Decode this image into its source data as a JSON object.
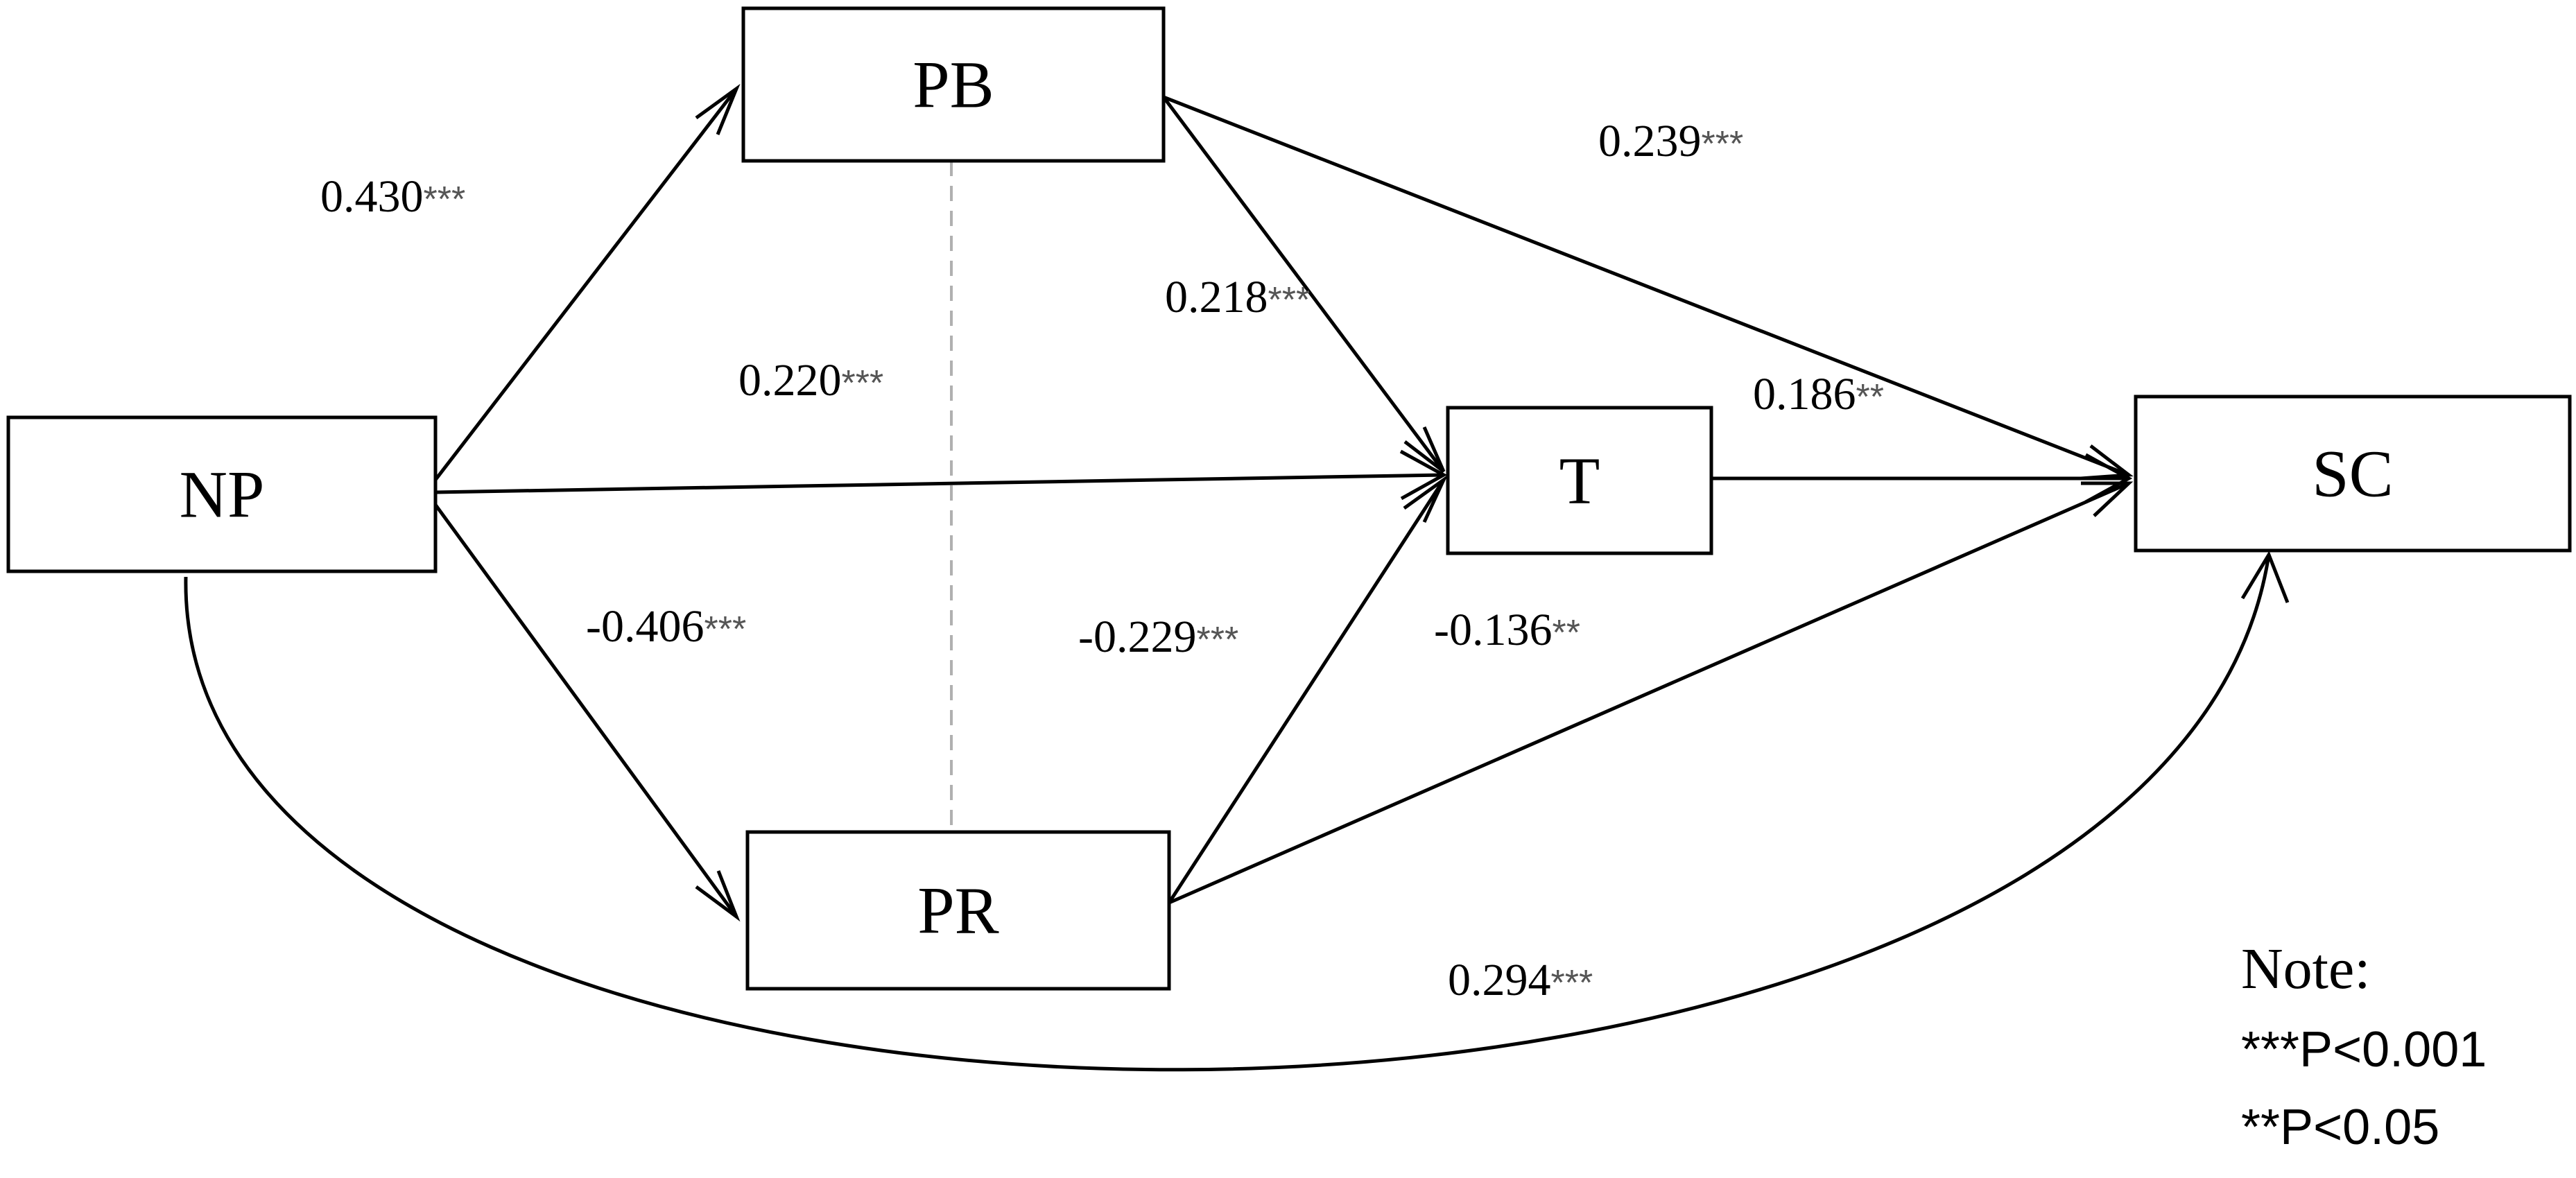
{
  "nodes": {
    "np": "NP",
    "pb": "PB",
    "pr": "PR",
    "t": "T",
    "sc": "SC"
  },
  "paths": {
    "np_pb": {
      "value": "0.430",
      "stars": "***"
    },
    "np_t": {
      "value": "0.220",
      "stars": "***"
    },
    "np_pr": {
      "value": "-0.406",
      "stars": "***"
    },
    "pb_t": {
      "value": "0.218",
      "stars": "***"
    },
    "pb_sc": {
      "value": "0.239",
      "stars": "***"
    },
    "t_sc": {
      "value": "0.186",
      "stars": "**"
    },
    "pr_t": {
      "value": "-0.229",
      "stars": "***"
    },
    "pr_sc": {
      "value": "-0.136",
      "stars": "**"
    },
    "np_sc": {
      "value": "0.294",
      "stars": "***"
    }
  },
  "note": {
    "title": "Note:",
    "line1": "***P<0.001",
    "line2": "**P<0.05"
  }
}
